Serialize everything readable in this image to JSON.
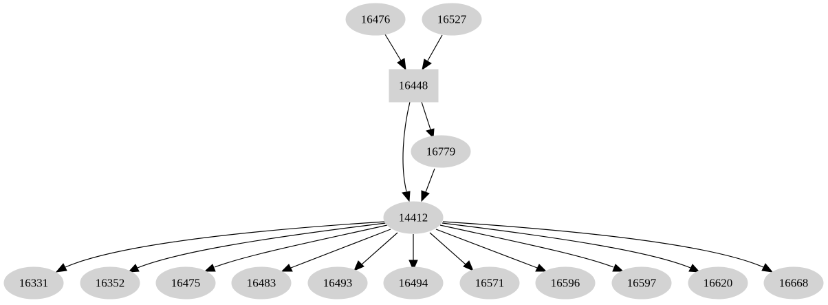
{
  "graph": {
    "nodes": [
      {
        "id": "n16476",
        "label": "16476",
        "shape": "ellipse"
      },
      {
        "id": "n16527",
        "label": "16527",
        "shape": "ellipse"
      },
      {
        "id": "n16448",
        "label": "16448",
        "shape": "box"
      },
      {
        "id": "n16779",
        "label": "16779",
        "shape": "ellipse"
      },
      {
        "id": "n14412",
        "label": "14412",
        "shape": "ellipse"
      },
      {
        "id": "n16331",
        "label": "16331",
        "shape": "ellipse"
      },
      {
        "id": "n16352",
        "label": "16352",
        "shape": "ellipse"
      },
      {
        "id": "n16475",
        "label": "16475",
        "shape": "ellipse"
      },
      {
        "id": "n16483",
        "label": "16483",
        "shape": "ellipse"
      },
      {
        "id": "n16493",
        "label": "16493",
        "shape": "ellipse"
      },
      {
        "id": "n16494",
        "label": "16494",
        "shape": "ellipse"
      },
      {
        "id": "n16571",
        "label": "16571",
        "shape": "ellipse"
      },
      {
        "id": "n16596",
        "label": "16596",
        "shape": "ellipse"
      },
      {
        "id": "n16597",
        "label": "16597",
        "shape": "ellipse"
      },
      {
        "id": "n16620",
        "label": "16620",
        "shape": "ellipse"
      },
      {
        "id": "n16668",
        "label": "16668",
        "shape": "ellipse"
      }
    ],
    "edges": [
      {
        "from": "16476",
        "to": "16448"
      },
      {
        "from": "16527",
        "to": "16448"
      },
      {
        "from": "16448",
        "to": "16779"
      },
      {
        "from": "16448",
        "to": "14412"
      },
      {
        "from": "16779",
        "to": "14412"
      },
      {
        "from": "14412",
        "to": "16331"
      },
      {
        "from": "14412",
        "to": "16352"
      },
      {
        "from": "14412",
        "to": "16475"
      },
      {
        "from": "14412",
        "to": "16483"
      },
      {
        "from": "14412",
        "to": "16493"
      },
      {
        "from": "14412",
        "to": "16494"
      },
      {
        "from": "14412",
        "to": "16571"
      },
      {
        "from": "14412",
        "to": "16596"
      },
      {
        "from": "14412",
        "to": "16597"
      },
      {
        "from": "14412",
        "to": "16620"
      },
      {
        "from": "14412",
        "to": "16668"
      }
    ],
    "colors": {
      "node_fill": "#d3d3d3",
      "edge": "#000000",
      "text": "#000000",
      "background": "#ffffff"
    }
  }
}
